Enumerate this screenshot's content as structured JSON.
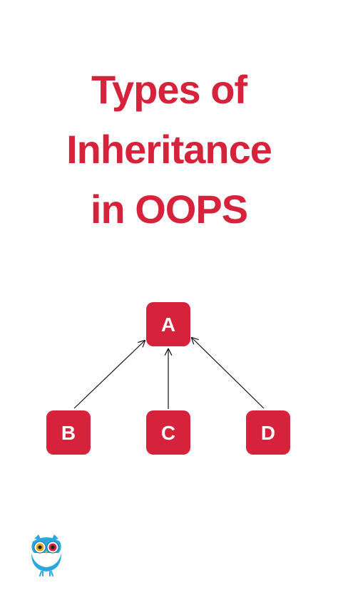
{
  "title": {
    "lines": [
      "Types of",
      "Inheritance",
      "in OOPS"
    ]
  },
  "diagram": {
    "nodes": [
      {
        "id": "A",
        "label": "A"
      },
      {
        "id": "B",
        "label": "B"
      },
      {
        "id": "C",
        "label": "C"
      },
      {
        "id": "D",
        "label": "D"
      }
    ],
    "edges": [
      {
        "from": "B",
        "to": "A"
      },
      {
        "from": "C",
        "to": "A"
      },
      {
        "from": "D",
        "to": "A"
      }
    ]
  },
  "colors": {
    "accent": "#d6223a",
    "node_fill": "#d6223a",
    "node_text": "#ffffff",
    "edge": "#111111",
    "logo_blue": "#29a8e0"
  },
  "logo": {
    "icon": "owl-icon"
  }
}
